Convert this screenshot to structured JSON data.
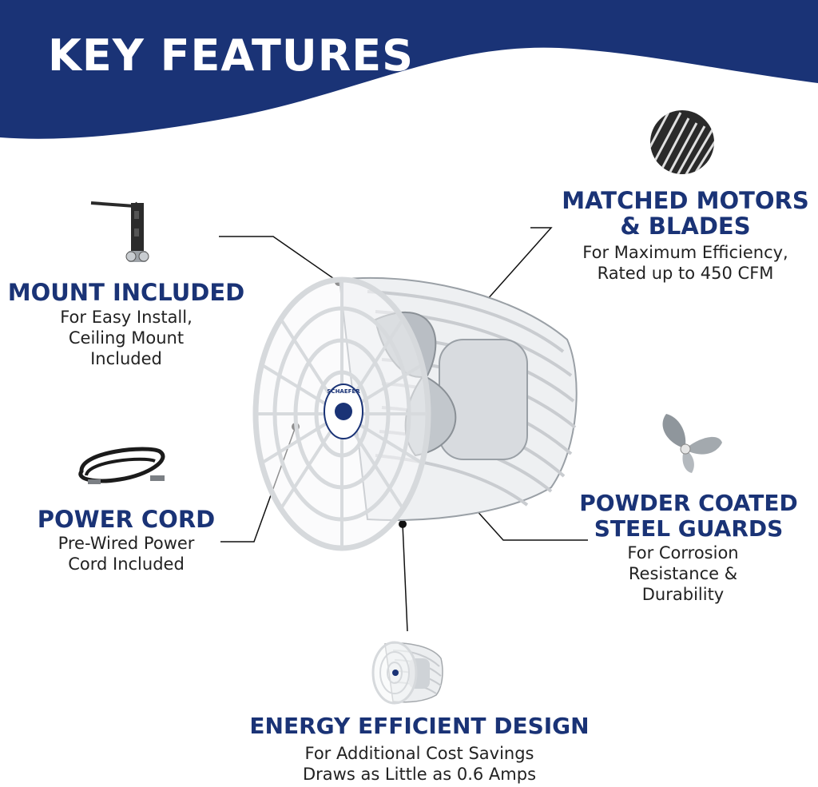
{
  "header": {
    "title": "KEY FEATURES"
  },
  "features": {
    "mount": {
      "title": "MOUNT INCLUDED",
      "desc": [
        "For Easy Install,",
        "Ceiling Mount",
        "Included"
      ]
    },
    "power_cord": {
      "title": "POWER CORD",
      "desc": [
        "Pre-Wired Power",
        "Cord Included"
      ]
    },
    "motors": {
      "title": [
        "MATCHED MOTORS",
        "& BLADES"
      ],
      "desc": [
        "For Maximum Efficiency,",
        "Rated up to 450 CFM"
      ]
    },
    "guards": {
      "title": [
        "POWDER COATED",
        "STEEL GUARDS"
      ],
      "desc": [
        "For Corrosion",
        "Resistance &",
        "Durability"
      ]
    },
    "energy": {
      "title": "ENERGY EFFICIENT DESIGN",
      "desc": [
        "For Additional Cost Savings",
        "Draws as Little as 0.6 Amps"
      ]
    }
  },
  "fan_badge": {
    "brand": "SCHAEFER"
  },
  "colors": {
    "brand_navy": "#1a3376",
    "text": "#222222",
    "background": "#ffffff",
    "fan_white": "#f4f5f6",
    "metal": "#bfc3c8",
    "cord": "#1b1b1b"
  }
}
